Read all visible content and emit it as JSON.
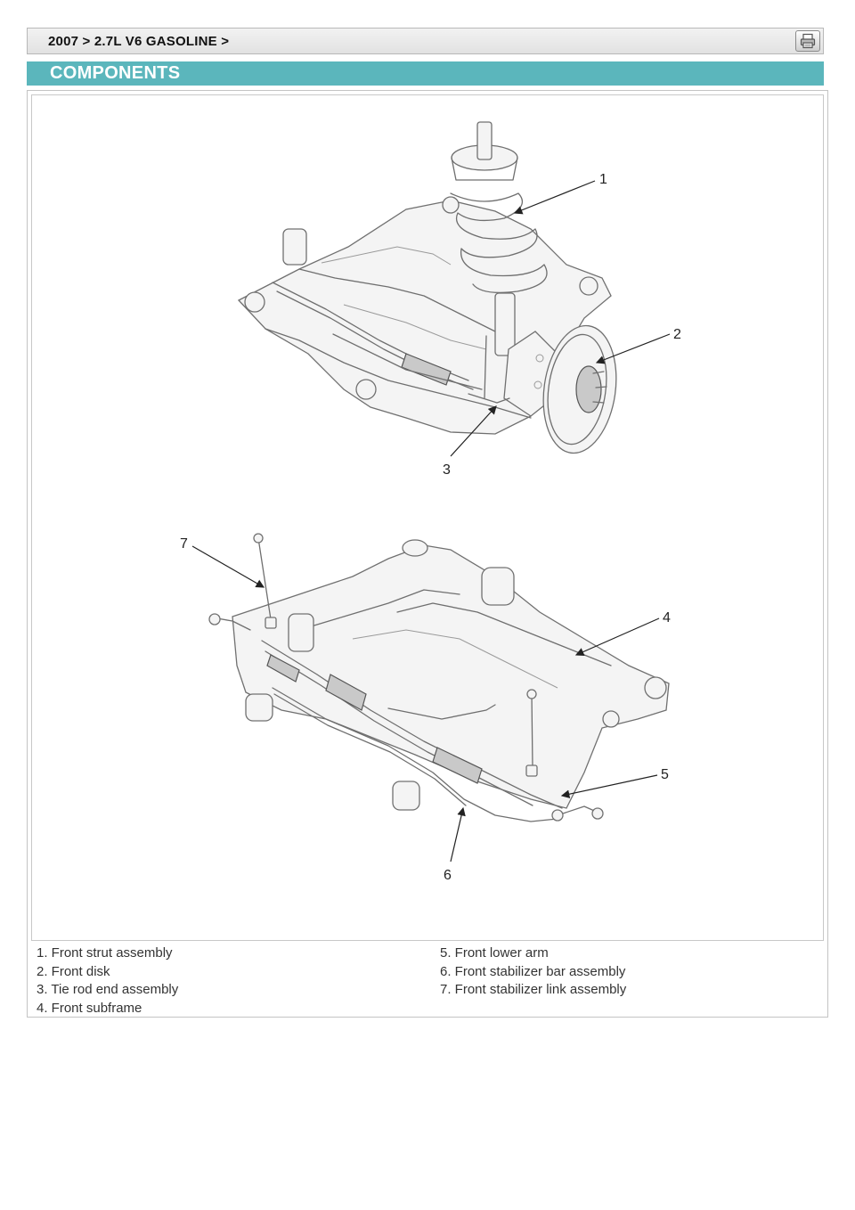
{
  "breadcrumb": {
    "text": "2007 > 2.7L V6 GASOLINE >"
  },
  "toolbar": {
    "print_icon": "printer-icon"
  },
  "section": {
    "title": "COMPONENTS"
  },
  "figure": {
    "callouts": [
      "1",
      "2",
      "3",
      "4",
      "5",
      "6",
      "7"
    ]
  },
  "legend": {
    "left": [
      "1. Front strut assembly",
      "2. Front disk",
      "3. Tie rod end assembly",
      "4. Front subframe"
    ],
    "right": [
      "5. Front lower arm",
      "6. Front stabilizer bar assembly",
      "7. Front stabilizer link assembly"
    ]
  },
  "colors": {
    "section_header": "#5bb6bc",
    "breadcrumb_bg": "#e8e8e8",
    "border": "#c4c4c4"
  }
}
